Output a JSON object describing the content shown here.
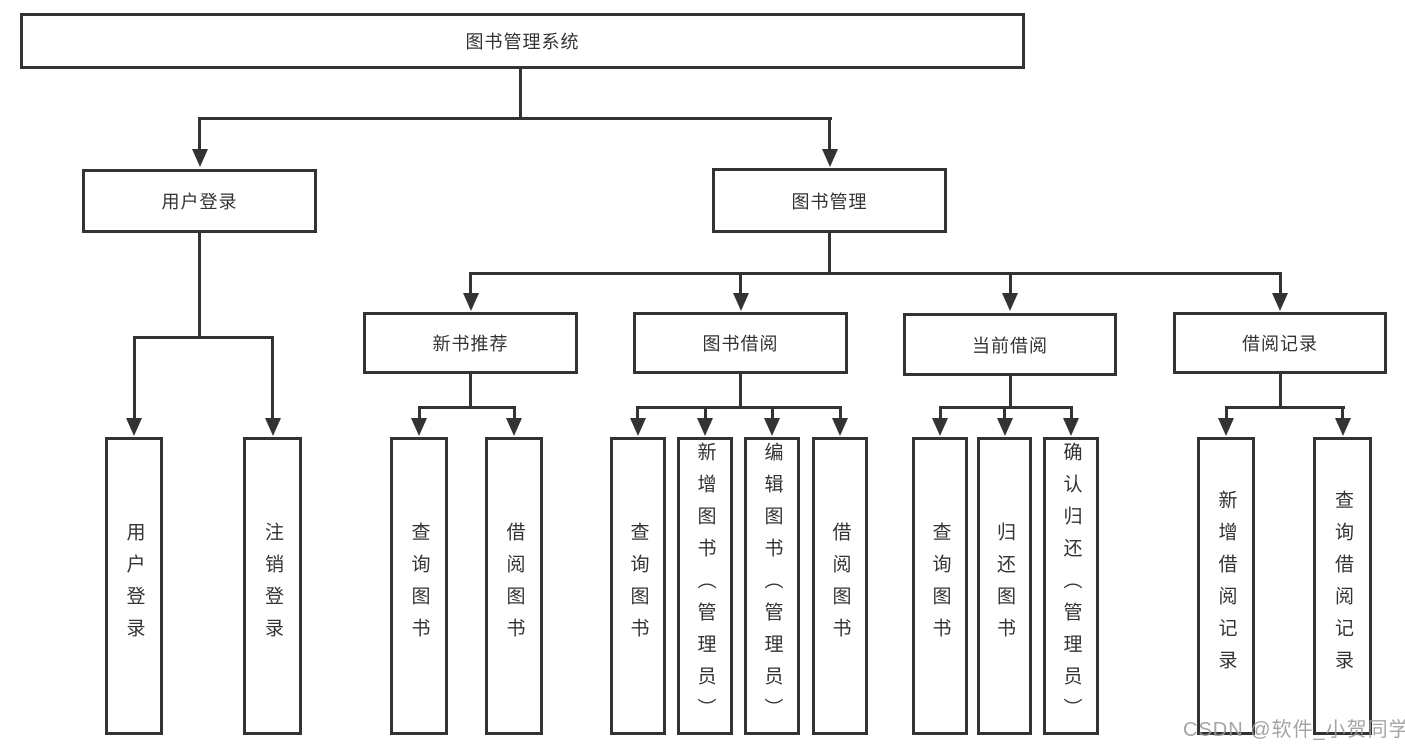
{
  "diagram": {
    "type": "hierarchy-tree",
    "root": {
      "label": "图书管理系统",
      "children": [
        {
          "label": "用户登录",
          "children": [
            {
              "label": "用户登录"
            },
            {
              "label": "注销登录"
            }
          ]
        },
        {
          "label": "图书管理",
          "children": [
            {
              "label": "新书推荐",
              "children": [
                {
                  "label": "查询图书"
                },
                {
                  "label": "借阅图书"
                }
              ]
            },
            {
              "label": "图书借阅",
              "children": [
                {
                  "label": "查询图书"
                },
                {
                  "label": "新增图书（管理员）"
                },
                {
                  "label": "编辑图书（管理员）"
                },
                {
                  "label": "借阅图书"
                }
              ]
            },
            {
              "label": "当前借阅",
              "children": [
                {
                  "label": "查询图书"
                },
                {
                  "label": "归还图书"
                },
                {
                  "label": "确认归还（管理员）"
                }
              ]
            },
            {
              "label": "借阅记录",
              "children": [
                {
                  "label": "新增借阅记录"
                },
                {
                  "label": "查询借阅记录"
                }
              ]
            }
          ]
        }
      ]
    },
    "watermark": "CSDN @软件_小贺同学",
    "colors": {
      "line": "#333333",
      "node_border": "#333333",
      "node_fill": "#ffffff",
      "text": "#333333",
      "watermark": "#9c9c9c",
      "background": "#ffffff"
    }
  }
}
